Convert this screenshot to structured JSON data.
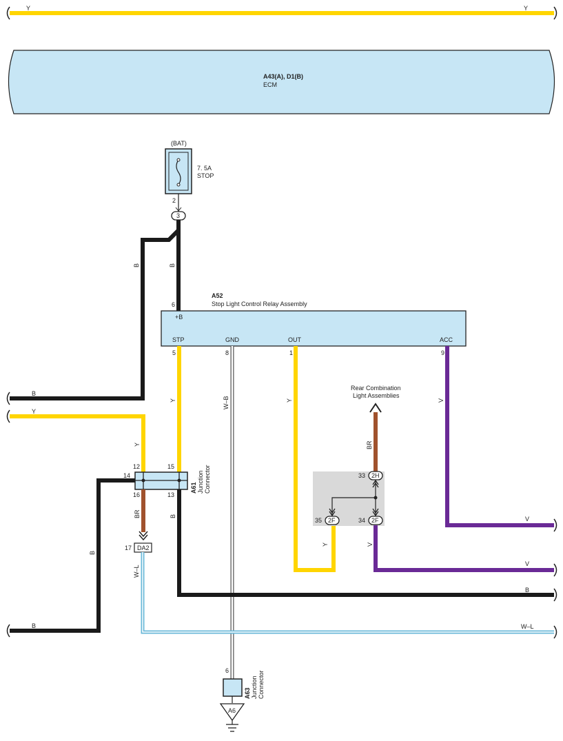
{
  "ecm": {
    "connectors": "A43(A), D1(B)",
    "name": "ECM"
  },
  "fuse": {
    "source": "(BAT)",
    "rating": "7. 5A",
    "name": "STOP",
    "pin": "2",
    "junction": "3"
  },
  "relay": {
    "id": "A52",
    "name": "Stop Light Control Relay Assembly",
    "pins": {
      "b": "6",
      "stp": "5",
      "gnd": "8",
      "out": "1",
      "acc": "9"
    },
    "terminals": {
      "b": "+B",
      "stp": "STP",
      "gnd": "GND",
      "out": "OUT",
      "acc": "ACC"
    }
  },
  "junction_a61": {
    "id": "A61",
    "line1": "Junction",
    "line2": "Connector",
    "pins": {
      "p12": "12",
      "p15": "15",
      "p14": "14",
      "p16": "16",
      "p13": "13"
    }
  },
  "junction_a63": {
    "id": "A63",
    "line1": "Junction",
    "line2": "Connector",
    "pin": "6"
  },
  "ground": {
    "label": "A6"
  },
  "connector_da2": {
    "label": "DA2",
    "pin": "17"
  },
  "rear_lights": {
    "line1": "Rear Combination",
    "line2": "Light Assemblies"
  },
  "splice": {
    "c33": {
      "pin": "33",
      "code": "2H"
    },
    "c35": {
      "pin": "35",
      "code": "2F"
    },
    "c34": {
      "pin": "34",
      "code": "2F"
    }
  },
  "wires": {
    "top_y_left": "Y",
    "top_y_right": "Y",
    "b_left_vert": "B",
    "b_fuse_vert": "B",
    "b_left_h": "B",
    "y_left_h": "Y",
    "y_a61_vert": "Y",
    "y_stp_vert": "Y",
    "wb": "W–B",
    "y_out": "Y",
    "v_acc": "V",
    "br_rear": "BR",
    "br_a61": "BR",
    "b_a61_13": "B",
    "wl_da2": "W–L",
    "b_14_vert": "B",
    "v_right1": "V",
    "v_right2": "V",
    "y_splice": "Y",
    "v_splice": "V",
    "b_right": "B",
    "wl_right": "W–L",
    "b_bottom_left": "B"
  },
  "colors": {
    "yellow": "#ffd500",
    "black": "#1a1a1a",
    "purple": "#6a2a96",
    "brown": "#a0522d",
    "ecm_fill": "#c7e6f5",
    "relay_fill": "#c7e6f5",
    "splice_fill": "#d9d9d9",
    "wl": "#6ab8d8"
  }
}
